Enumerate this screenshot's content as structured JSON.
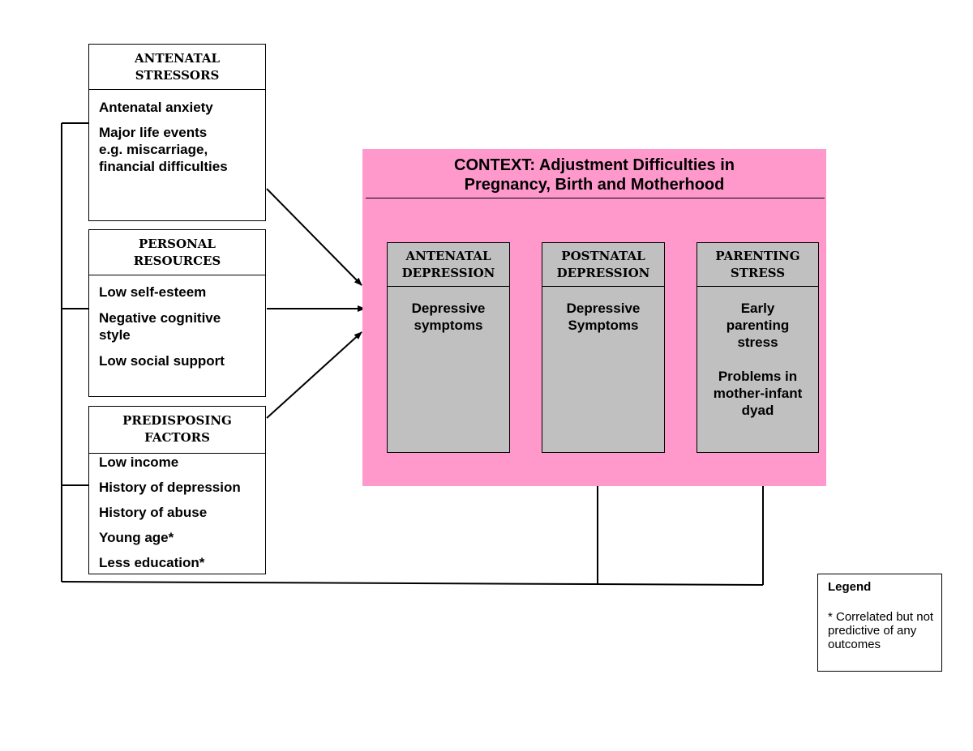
{
  "antenatal_stressors": {
    "title": [
      "ANTENATAL",
      "STRESSORS"
    ],
    "items": [
      "Antenatal anxiety",
      "Major life events",
      "e.g. miscarriage,",
      "financial difficulties"
    ]
  },
  "personal_resources": {
    "title": [
      "PERSONAL",
      "RESOURCES"
    ],
    "items": [
      "Low self-esteem",
      "Negative cognitive",
      "style",
      "Low social support"
    ]
  },
  "predisposing_factors": {
    "title": [
      "PREDISPOSING",
      "FACTORS"
    ],
    "items": [
      "Low income",
      "History of depression",
      "History of abuse",
      "Young age*",
      "Less education*"
    ]
  },
  "context": {
    "title": [
      "CONTEXT: Adjustment Difficulties in",
      "Pregnancy, Birth and Motherhood"
    ],
    "color": "#ff99cc"
  },
  "antenatal_depression": {
    "title": [
      "ANTENATAL",
      "DEPRESSION"
    ],
    "body": [
      "Depressive",
      "symptoms"
    ]
  },
  "postnatal_depression": {
    "title": [
      "POSTNATAL",
      "DEPRESSION"
    ],
    "body": [
      "Depressive",
      "Symptoms"
    ]
  },
  "parenting_stress": {
    "title": [
      "PARENTING",
      "STRESS"
    ],
    "body": [
      "Early",
      "parenting",
      "stress",
      "",
      "Problems in",
      "mother-infant",
      "dyad"
    ]
  },
  "legend": {
    "title": "Legend",
    "note": "* Correlated but not predictive of any outcomes"
  },
  "colors": {
    "stage_fill": "#c0c0c0",
    "line": "#000000"
  }
}
